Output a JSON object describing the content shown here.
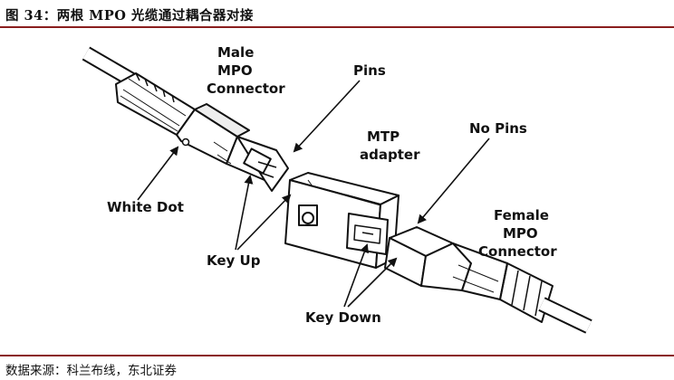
{
  "figure": {
    "title": "图 34：两根 MPO 光缆通过耦合器对接",
    "source": "数据来源：科兰布线，东北证券"
  },
  "labels": {
    "male": [
      "Male",
      "MPO",
      "Connector"
    ],
    "pins": "Pins",
    "mtp": [
      "MTP",
      "adapter"
    ],
    "no_pins": "No Pins",
    "female": [
      "Female",
      "MPO",
      "Connector"
    ],
    "white_dot": "White Dot",
    "key_up": "Key Up",
    "key_down": "Key Down"
  }
}
